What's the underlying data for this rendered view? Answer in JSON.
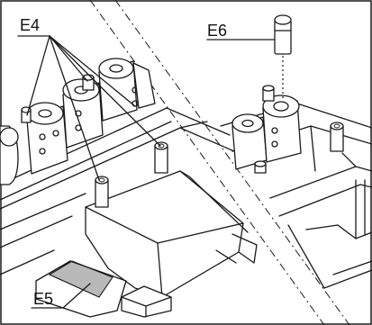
{
  "labels": {
    "e4": "E4",
    "e5": "E5",
    "e6": "E6"
  },
  "colors": {
    "line": "#1a1a1a",
    "shade": "#b9b9b9",
    "background": "#ffffff"
  }
}
